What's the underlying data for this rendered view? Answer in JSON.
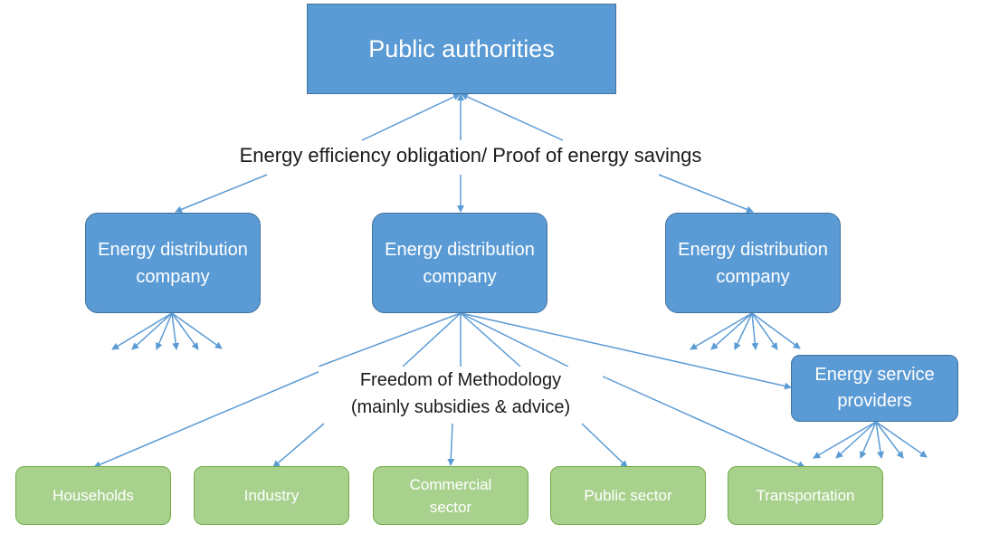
{
  "top": "Public authorities",
  "obligation_label": "Energy efficiency obligation/ Proof of energy savings",
  "edc": [
    "Energy distribution company",
    "Energy distribution company",
    "Energy distribution company"
  ],
  "method_label_line1": "Freedom of Methodology",
  "method_label_line2": "(mainly subsidies & advice)",
  "esp": "Energy service providers",
  "sectors": [
    "Households",
    "Industry",
    "Commercial sector",
    "Public sector",
    "Transportation"
  ],
  "colors": {
    "blue": "#5b9bd5",
    "blue_border": "#41719c",
    "green": "#a9d18e",
    "green_border": "#70ad47",
    "line": "#5b9bd5"
  }
}
